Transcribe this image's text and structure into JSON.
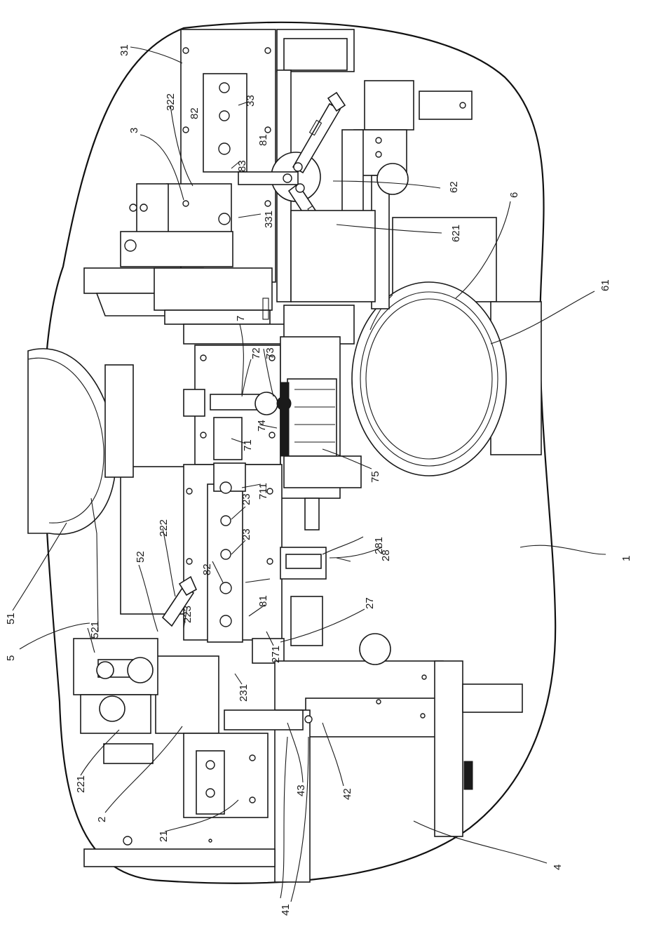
{
  "reference_numerals": {
    "n1": "1",
    "n2": "2",
    "n3": "3",
    "n4": "4",
    "n5": "5",
    "n6": "6",
    "n7": "7",
    "n21": "21",
    "n23a": "23",
    "n23b": "23",
    "n27": "27",
    "n28": "28",
    "n31": "31",
    "n33": "33",
    "n41": "41",
    "n42": "42",
    "n43": "43",
    "n51": "51",
    "n52": "52",
    "n61": "61",
    "n62": "62",
    "n71": "71",
    "n72": "72",
    "n73": "73",
    "n74": "74",
    "n75": "75",
    "n81a": "81",
    "n81b": "81",
    "n82a": "82",
    "n82b": "82",
    "n83": "83",
    "n221": "221",
    "n222": "222",
    "n223": "223",
    "n231": "231",
    "n271": "271",
    "n281": "281",
    "n322": "322",
    "n331": "331",
    "n521": "521",
    "n621": "621",
    "n711": "711"
  }
}
